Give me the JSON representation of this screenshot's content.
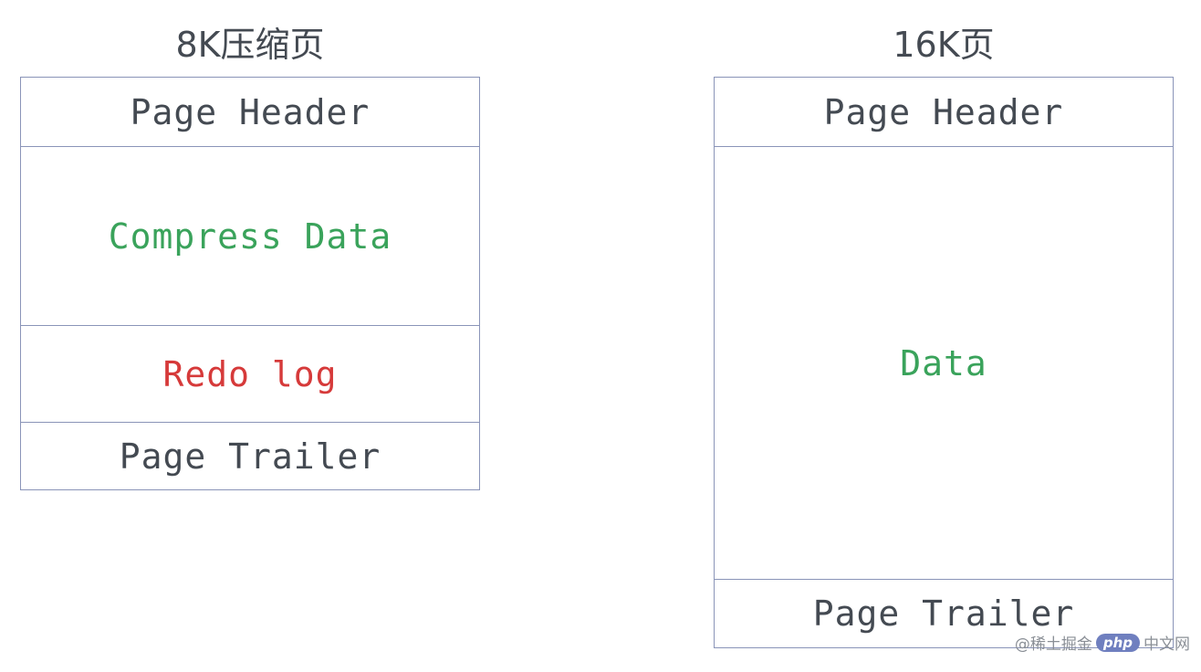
{
  "diagram": {
    "left": {
      "title": "8K压缩页",
      "sections": [
        {
          "label": "Page Header",
          "color": "#444a52"
        },
        {
          "label": "Compress Data",
          "color": "#3aa35b"
        },
        {
          "label": "Redo log",
          "color": "#d63a3a"
        },
        {
          "label": "Page Trailer",
          "color": "#444a52"
        }
      ]
    },
    "right": {
      "title": "16K页",
      "sections": [
        {
          "label": "Page Header",
          "color": "#444a52"
        },
        {
          "label": "Data",
          "color": "#3aa35b"
        },
        {
          "label": "Page Trailer",
          "color": "#444a52"
        }
      ]
    }
  },
  "watermark": {
    "prefix": "@稀土掘金",
    "badge": "php",
    "suffix": "中文网"
  }
}
